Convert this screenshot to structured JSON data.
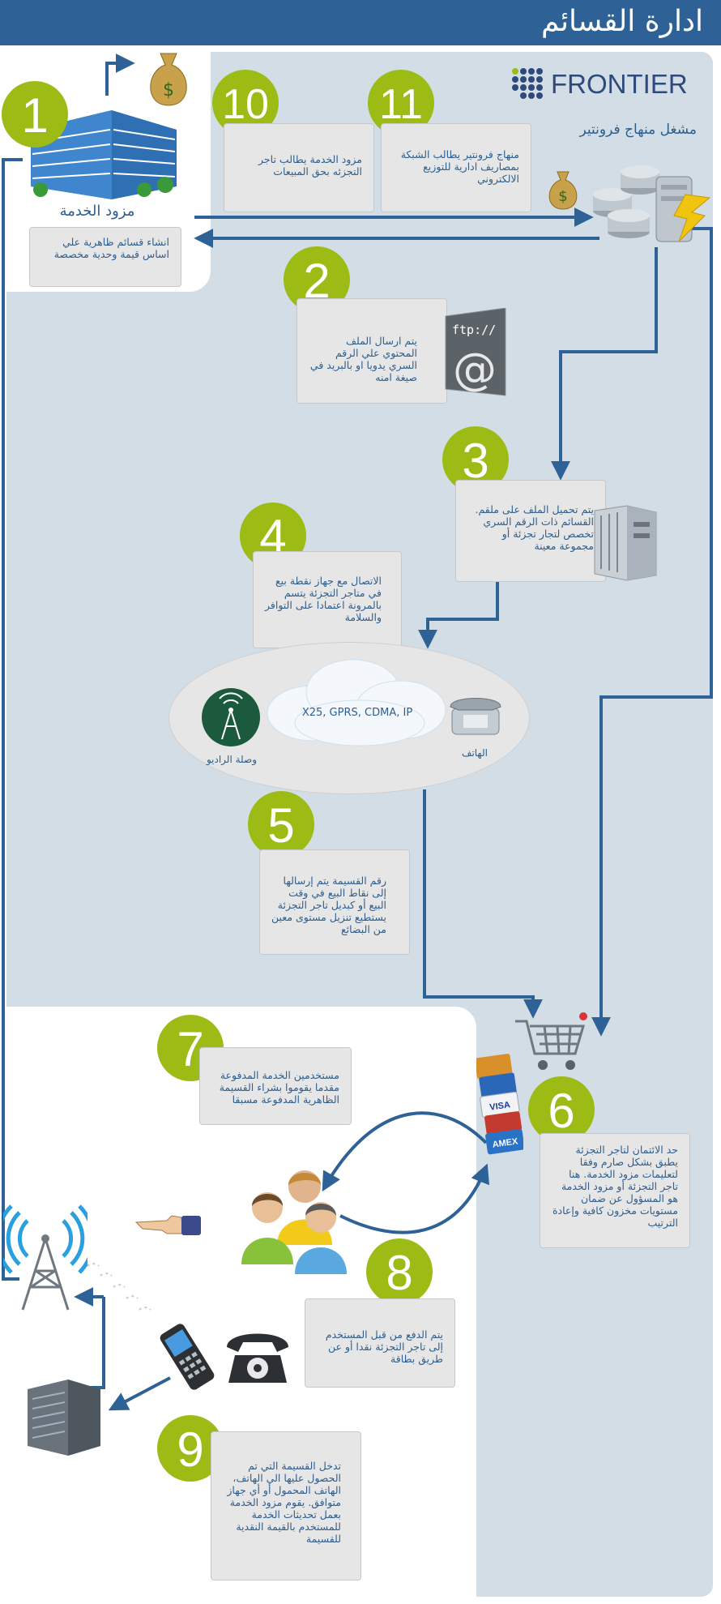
{
  "header": {
    "title": "ادارة القسائم"
  },
  "logo": {
    "text": "FRONTIER"
  },
  "operator_label": "مشغل منهاج فرونتير",
  "provider_label": "مزود الخدمة",
  "steps": [
    {
      "n": "1",
      "text": "انشاء قسائم ظاهرية علي اساس قيمة وحدية مخصصة"
    },
    {
      "n": "2",
      "text": "يتم ارسال الملف المحتوي علي الرقم السري يدويا او بالبريد في صيغة امنه"
    },
    {
      "n": "3",
      "text": "يتم تحميل الملف على ملقم. القسائم ذات الرقم السري تخصص لتجار تجزئة أو مجموعة معينة"
    },
    {
      "n": "4",
      "text": "الاتصال مع جهاز نقطة بيع في متاجر التجزئة يتسم بالمرونة اعتمادا على التوافر والسلامة"
    },
    {
      "n": "5",
      "text": "رقم القسيمة يتم إرسالها إلى نقاط البيع في وقت البيع أو كبديل تاجر التجزئة يستطيع تنزيل مستوى معين من البضائع"
    },
    {
      "n": "6",
      "text": "حد الائتمان لتاجر التجزئة يطبق بشكل صارم وفقا لتعليمات مزود الخدمة. هنا تاجر التجزئة أو مزود الخدمة هو المسؤول عن ضمان مستويات مخزون كافية وإعادة الترتيب"
    },
    {
      "n": "7",
      "text": "مستخدمين الخدمة المدفوعة مقدما يقوموا بشراء القسيمة الظاهرية المدفوعة مسبقا"
    },
    {
      "n": "8",
      "text": "يتم الدفع من قبل المستخدم إلى تاجر التجزئة نقدا أو عن طريق بطاقة"
    },
    {
      "n": "9",
      "text": "تدخل القسيمة التي تم الحصول عليها الي الهاتف، الهاتف المحمول أو أي جهاز متوافق. يقوم مزود الخدمة بعمل تحديثات الخدمة للمستخدم بالقيمة النقدية للقسيمة"
    },
    {
      "n": "10",
      "text": "مزود الخدمة يطالب تاجر التجزئه بحق المبيعات"
    },
    {
      "n": "11",
      "text": "منهاج فرونتير يطالب الشبكة بمصاريف ادارية للتوزيع الالكتروني"
    }
  ],
  "network": {
    "protocols": "X25, GPRS, CDMA, IP",
    "radio_label": "وصلة الراديو",
    "phone_label": "الهاتف"
  },
  "icons": {
    "ftp_text": "ftp://",
    "at": "@",
    "visa": "VISA",
    "amex": "AMEX"
  },
  "colors": {
    "header": "#2e6296",
    "panel": "#d3dde6",
    "badge": "#9dbb15",
    "text": "#2e5e8e",
    "arrow": "#2e6296"
  }
}
